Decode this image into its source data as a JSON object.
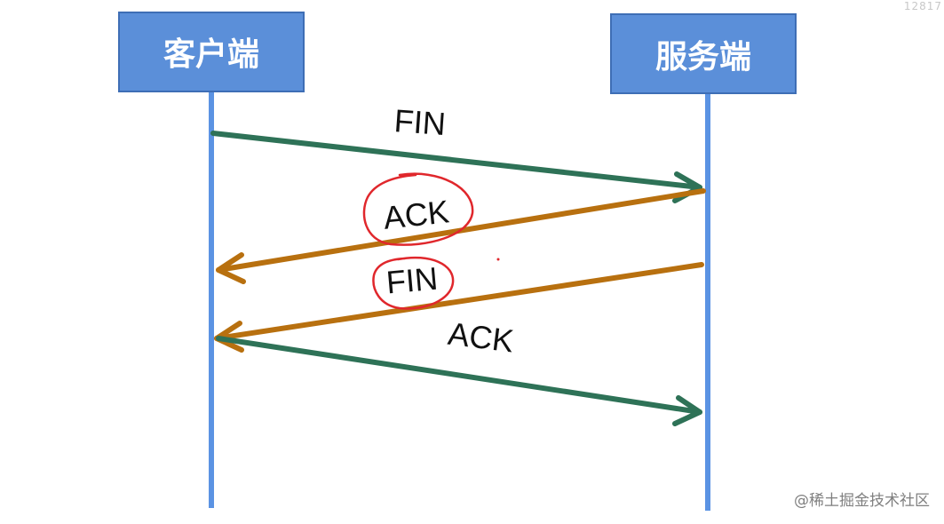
{
  "corner_text": "12817",
  "nodes": {
    "client": {
      "label": "客户端"
    },
    "server": {
      "label": "服务端"
    }
  },
  "messages": [
    {
      "label": "FIN",
      "direction": "client-to-server",
      "color": "#2e7257",
      "circled": false
    },
    {
      "label": "ACK",
      "direction": "server-to-client",
      "color": "#b8700f",
      "circled": true
    },
    {
      "label": "FIN",
      "direction": "server-to-client",
      "color": "#b8700f",
      "circled": true
    },
    {
      "label": "ACK",
      "direction": "client-to-server",
      "color": "#2e7257",
      "circled": false
    }
  ],
  "colors": {
    "lifeline": "#5b93e3",
    "node_fill": "#5b8fd9",
    "node_border": "#3e6eb5",
    "annotation": "#e0272c"
  },
  "watermark": "@稀土掘金技术社区"
}
